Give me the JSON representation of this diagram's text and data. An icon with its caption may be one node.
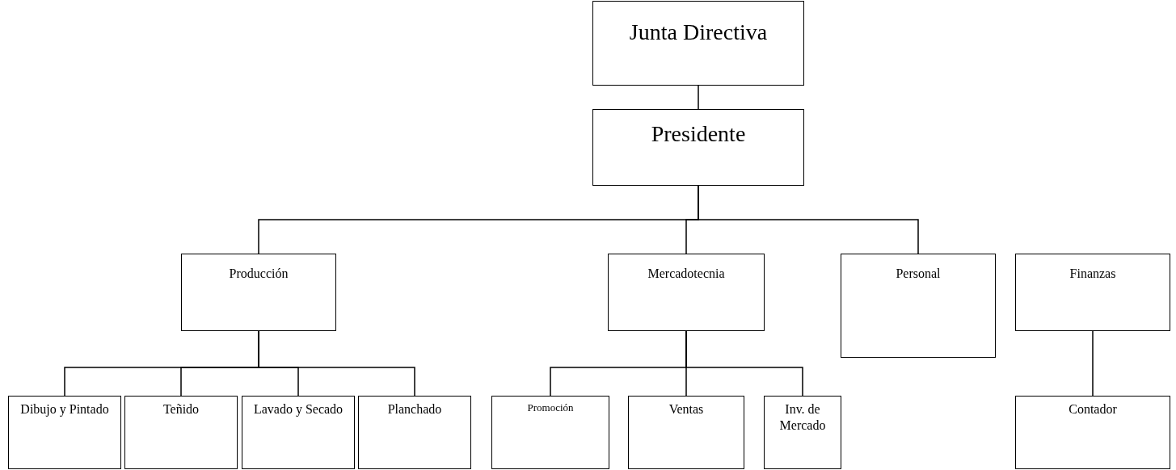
{
  "diagram": {
    "nodes": [
      {
        "text": [
          "Junta Directiva"
        ]
      },
      {
        "text": [
          "Presidente"
        ]
      },
      {
        "text": [
          "Producción"
        ]
      },
      {
        "text": [
          "Mercadotecnia"
        ]
      },
      {
        "text": [
          "Personal"
        ]
      },
      {
        "text": [
          "Finanzas"
        ]
      },
      {
        "text": [
          "Dibujo y Pintado"
        ]
      },
      {
        "text": [
          "Teñido"
        ]
      },
      {
        "text": [
          "Lavado y Secado"
        ]
      },
      {
        "text": [
          "Planchado"
        ]
      },
      {
        "text": [
          "Promoción"
        ]
      },
      {
        "text": [
          "Ventas"
        ]
      },
      {
        "text": [
          "Inv. de Mercado"
        ]
      },
      {
        "text": [
          "Contador"
        ]
      }
    ],
    "edges": [
      {
        "from": 0,
        "to": 1,
        "arrow": "none"
      },
      {
        "from": 1,
        "to": 2,
        "arrow": "none"
      },
      {
        "from": 1,
        "to": 3,
        "arrow": "none"
      },
      {
        "from": 1,
        "to": 4,
        "arrow": "none"
      },
      {
        "from": 2,
        "to": 6,
        "arrow": "none"
      },
      {
        "from": 2,
        "to": 7,
        "arrow": "none"
      },
      {
        "from": 2,
        "to": 8,
        "arrow": "none"
      },
      {
        "from": 2,
        "to": 9,
        "arrow": "none"
      },
      {
        "from": 3,
        "to": 10,
        "arrow": "none"
      },
      {
        "from": 3,
        "to": 11,
        "arrow": "none"
      },
      {
        "from": 3,
        "to": 12,
        "arrow": "none"
      },
      {
        "from": 5,
        "to": 13,
        "arrow": "none"
      }
    ]
  }
}
